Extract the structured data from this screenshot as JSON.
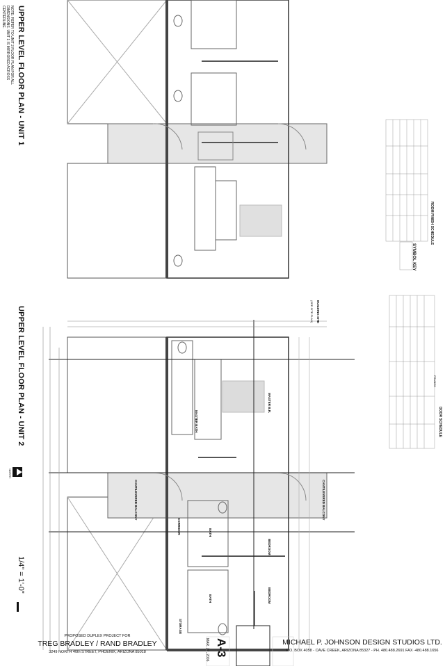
{
  "unit1": {
    "title": "UPPER LEVEL FLOOR PLAN - UNIT 1",
    "note": "NOTE: REFER TO UNIT 2 FLOOR PLAN FOR ALL DIMENSIONS. UNIT 1 IS MIRRORED ACROSS CENTERLINE."
  },
  "unit2": {
    "title": "UPPER LEVEL FLOOR PLAN - UNIT 2",
    "north_label": "NORTH",
    "scale": "1/4\" = 1'-0\"",
    "rooms": {
      "master_bath": "MASTER BATH",
      "master_br": "MASTER B.R.",
      "balcony_top": "CANTILEVERED BALCONY",
      "balcony_bottom": "CANTILEVERED BALCONY",
      "corridor": "CORRIDOR",
      "bath1": "BATH",
      "bedroom1": "BEDROOM",
      "bedroom2": "BEDROOM",
      "bath2": "BATH",
      "storage": "STORAGE"
    },
    "building_site": "BUILDING SITE",
    "building_site_sub": "(SEE SITE PLAN)"
  },
  "schedules": {
    "room_finish": "ROOM FINISH SCHEDULE",
    "symbol_key": "SYMBOL KEY",
    "door": "DOOR SCHEDULE",
    "frames": "FRAMES"
  },
  "title_block": {
    "project_for": "PROPOSED DUPLEX PROJECT FOR",
    "client": "TREG BRADLEY / RAND BRADLEY",
    "address": "3249 NORTH 40th STREET, PHOENIX, ARIZONA 85018",
    "sheet": "A-3",
    "date": "MAR. 27, 2006",
    "firm": "MICHAEL P. JOHNSON DESIGN STUDIOS LTD.",
    "firm_address": "P.O. BOX 4058 - CAVE CREEK, ARIZONA 85327 - PH. 480.488.2691 FAX -480.488.1656"
  }
}
